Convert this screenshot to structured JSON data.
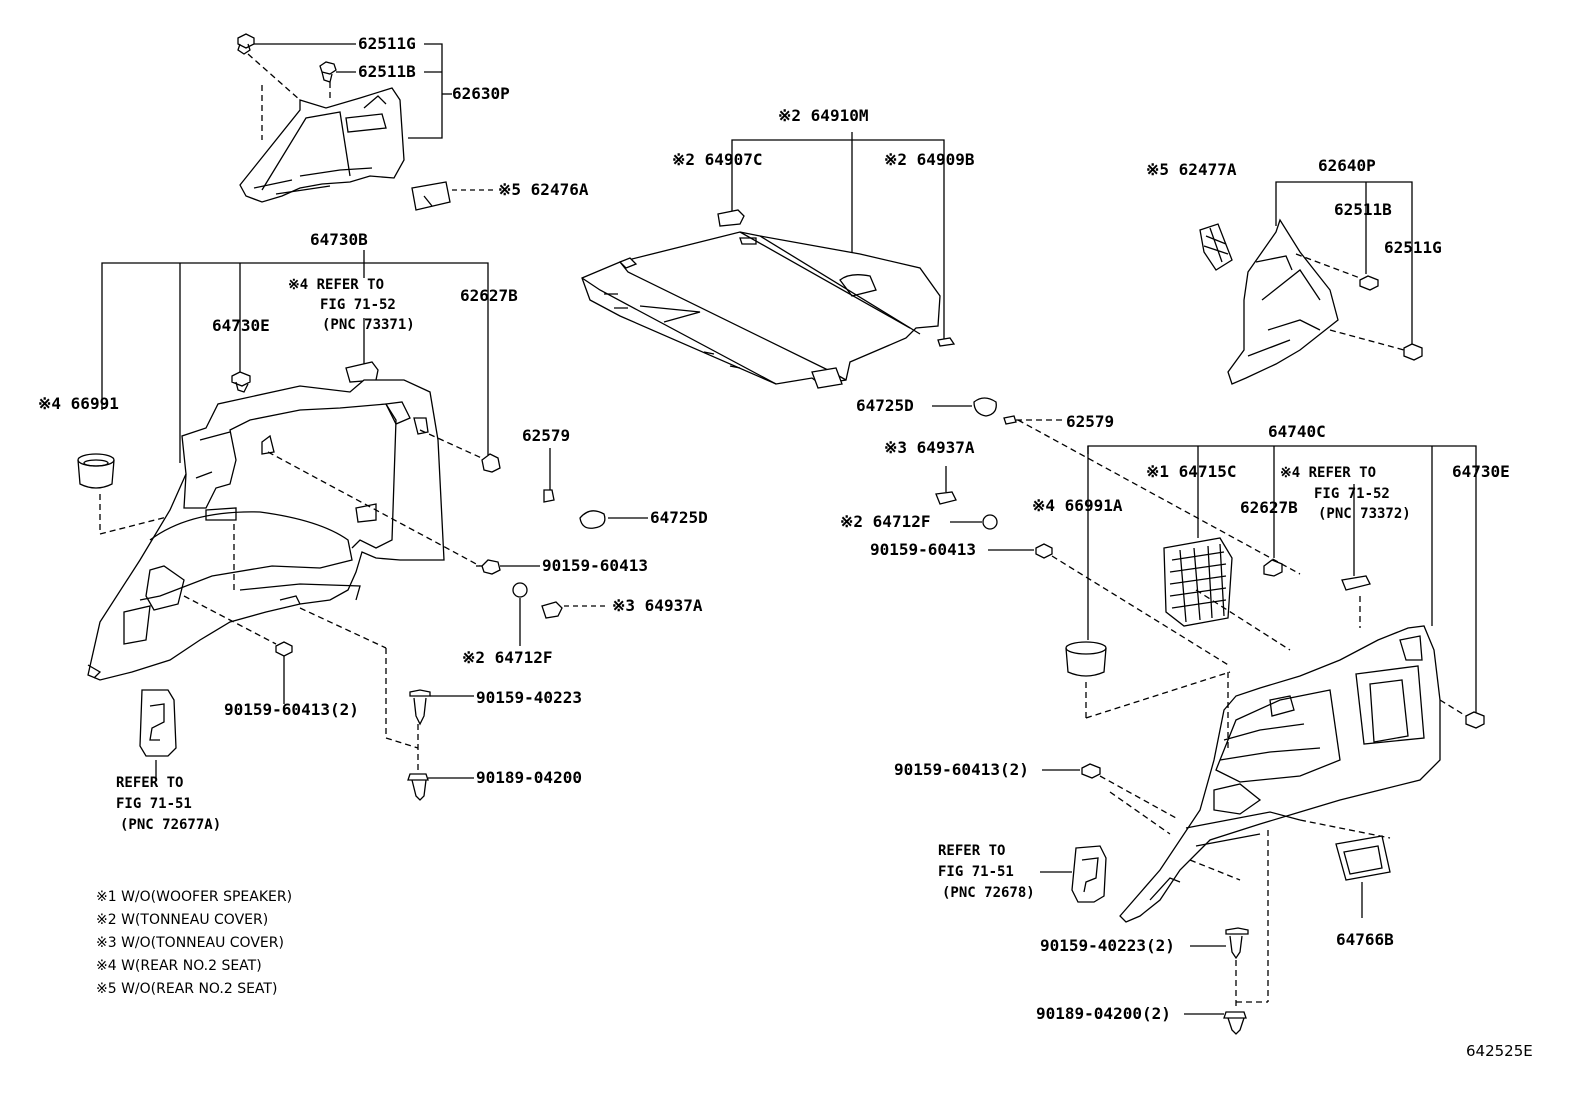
{
  "labels": {
    "p62511G_top": "62511G",
    "p62511B_top": "62511B",
    "p62630P": "62630P",
    "p62476A": "※5 62476A",
    "p64730B": "64730B",
    "p64730E_left": "64730E",
    "p66991": "※4 66991",
    "refer4_left_a": "※4 REFER TO",
    "refer4_left_b": "FIG 71-52",
    "refer4_left_c": "(PNC 73371)",
    "p62627B_left": "62627B",
    "p62579_left": "62579",
    "p64725D_left": "64725D",
    "p90159_60413_left": "90159-60413",
    "p64937A_left": "※3 64937A",
    "p64712F_left": "※2 64712F",
    "p90159_60413_2_left": "90159-60413(2)",
    "p90159_40223_left": "90159-40223",
    "p90189_04200_left": "90189-04200",
    "refer_left_a": "REFER TO",
    "refer_left_b": "FIG 71-51",
    "refer_left_c": "(PNC 72677A)",
    "p64910M": "※2 64910M",
    "p64907C": "※2 64907C",
    "p64909B": "※2 64909B",
    "p64725D_mid": "64725D",
    "p62579_mid": "62579",
    "p64937A_mid": "※3 64937A",
    "p64712F_mid": "※2 64712F",
    "p90159_60413_mid": "90159-60413",
    "p62477A": "※5 62477A",
    "p62640P": "62640P",
    "p62511B_right": "62511B",
    "p62511G_right": "62511G",
    "p64740C": "64740C",
    "p64715C": "※1 64715C",
    "refer4_right_a": "※4 REFER TO",
    "refer4_right_b": "FIG 71-52",
    "refer4_right_c": "(PNC 73372)",
    "p64730E_right": "64730E",
    "p66991A": "※4 66991A",
    "p62627B_right": "62627B",
    "p90159_60413_2_right": "90159-60413(2)",
    "refer_right_a": "REFER TO",
    "refer_right_b": "FIG 71-51",
    "refer_right_c": "(PNC 72678)",
    "p90159_40223_2_right": "90159-40223(2)",
    "p90189_04200_2_right": "90189-04200(2)",
    "p64766B": "64766B"
  },
  "legend": [
    "※1  W/O(WOOFER SPEAKER)",
    "※2  W(TONNEAU COVER)",
    "※3  W/O(TONNEAU COVER)",
    "※4  W(REAR NO.2 SEAT)",
    "※5  W/O(REAR NO.2 SEAT)"
  ],
  "figure_id": "642525E"
}
